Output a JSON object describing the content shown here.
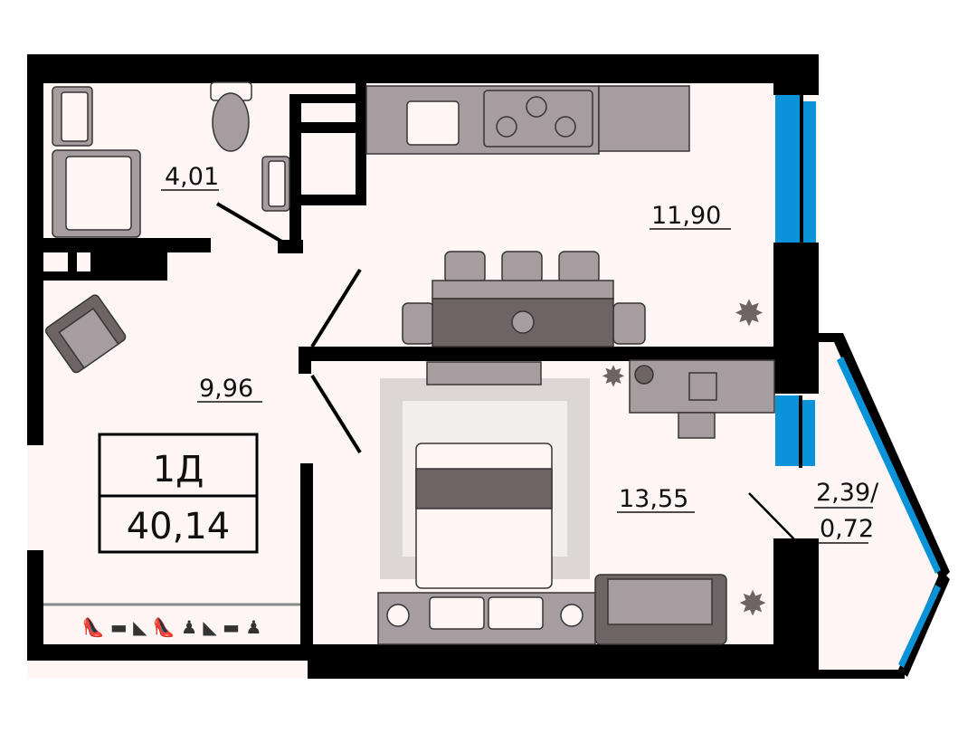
{
  "plan": {
    "unit_type": "1Д",
    "total_area": "40,14",
    "rooms": {
      "bathroom": "4,01",
      "kitchen": "11,90",
      "hallway": "9,96",
      "bedroom": "13,55",
      "balcony_line1": "2,39/",
      "balcony_line2": "0,72"
    }
  },
  "colors": {
    "wall": "#000000",
    "floor": "#fdf6f5",
    "furniture": "#a59d9f",
    "furniture_dark": "#6d6466",
    "window": "#0a93d8"
  }
}
